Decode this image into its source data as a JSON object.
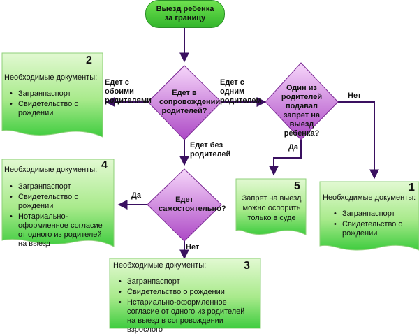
{
  "start": "Выезд ребенка за границу",
  "decisions": {
    "parents": "Едет в сопровождении родителей?",
    "one_parent": "Один из родителей подавал запрет на выезд ребенка?",
    "alone": "Едет самостоятельно?"
  },
  "edges": {
    "both_parents": "Едет с обоими родителями",
    "one_parent": "Едет с одним родителем",
    "no_parents": "Едет без родителей",
    "yes_left": "Да",
    "yes_ban": "Да",
    "no_ban": "Нет",
    "no_alone": "Нет"
  },
  "boxes": {
    "box2": {
      "num": "2",
      "title": "Необходимые документы:",
      "items": [
        "Загранпаспорт",
        "Свидетельство о рождении"
      ]
    },
    "box4": {
      "num": "4",
      "title": "Необходимые документы:",
      "items": [
        "Загранпаспорт",
        "Свидетельство о рождении",
        "Нотариально-оформленное согласие от одного из родителей на выезд"
      ]
    },
    "box5": {
      "num": "5",
      "text": "Запрет на выезд можно оспорить только в суде"
    },
    "box1": {
      "num": "1",
      "title": "Необходимые документы:",
      "items": [
        "Загранпаспорт",
        "Свидетельство о рождении"
      ]
    },
    "box3": {
      "num": "3",
      "title": "Необходимые документы:",
      "items": [
        "Загранпаспорт",
        "Свидетельство о рождении",
        "Нстариально-оформленное согласие от одного из родителей на выезд  в сопровождении взрослого"
      ]
    }
  },
  "colors": {
    "box_top": "#d8f7c4",
    "box_bottom": "#4cd14c",
    "diamond_top": "#f2c6f7",
    "diamond_bottom": "#b04cc8",
    "start": "#44c738"
  }
}
